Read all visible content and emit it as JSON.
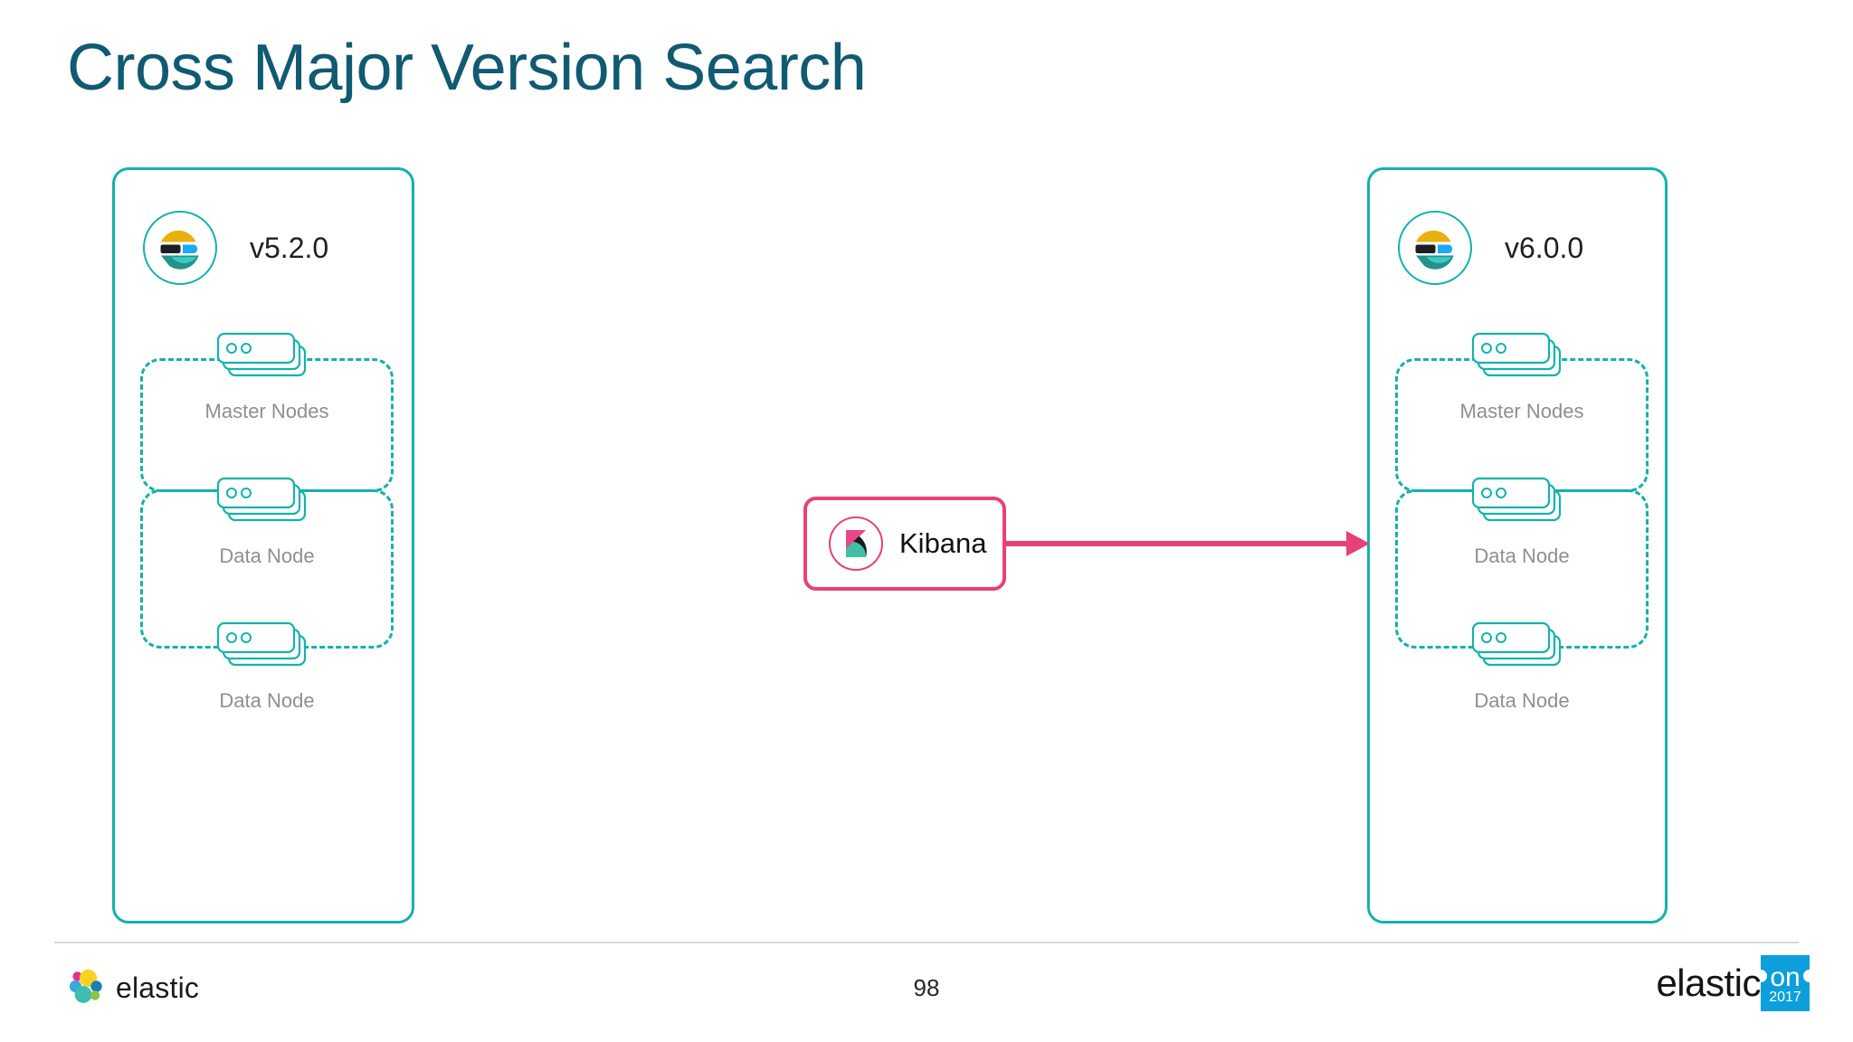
{
  "slide": {
    "title": "Cross Major Version Search",
    "page_number": "98"
  },
  "colors": {
    "title": "#105a72",
    "cluster_border": "#14b2ac",
    "dashed_zone": "#14b2ac",
    "node_outline": "#14b2ac",
    "node_label": "#8e8e94",
    "kibana_border": "#e9407a",
    "arrow": "#e9407a",
    "footer_rule": "#d8d8d8",
    "event_badge": "#0c9fdb"
  },
  "clusters": [
    {
      "id": "cluster-left",
      "logo_icon": "elasticsearch-icon",
      "version": "v5.2.0",
      "zones": [
        {
          "id": "zone-a"
        },
        {
          "id": "zone-b"
        }
      ],
      "nodes": [
        {
          "icon": "node-stack-icon",
          "label": "Master Nodes"
        },
        {
          "icon": "node-stack-icon",
          "label": "Data Node"
        },
        {
          "icon": "node-stack-icon",
          "label": "Data Node"
        }
      ]
    },
    {
      "id": "cluster-right",
      "logo_icon": "elasticsearch-icon",
      "version": "v6.0.0",
      "zones": [
        {
          "id": "zone-a"
        },
        {
          "id": "zone-b"
        }
      ],
      "nodes": [
        {
          "icon": "node-stack-icon",
          "label": "Master Nodes"
        },
        {
          "icon": "node-stack-icon",
          "label": "Data Node"
        },
        {
          "icon": "node-stack-icon",
          "label": "Data Node"
        }
      ]
    }
  ],
  "kibana": {
    "label": "Kibana",
    "icon": "kibana-icon"
  },
  "arrow": {
    "name": "kibana-to-v6-arrow",
    "from": "kibana",
    "to": "cluster-right"
  },
  "footer": {
    "brand": "elastic",
    "brand_icon": "elastic-logo-icon",
    "event_brand": "elastic",
    "event_badge_top": "on",
    "event_badge_year": "2017"
  }
}
